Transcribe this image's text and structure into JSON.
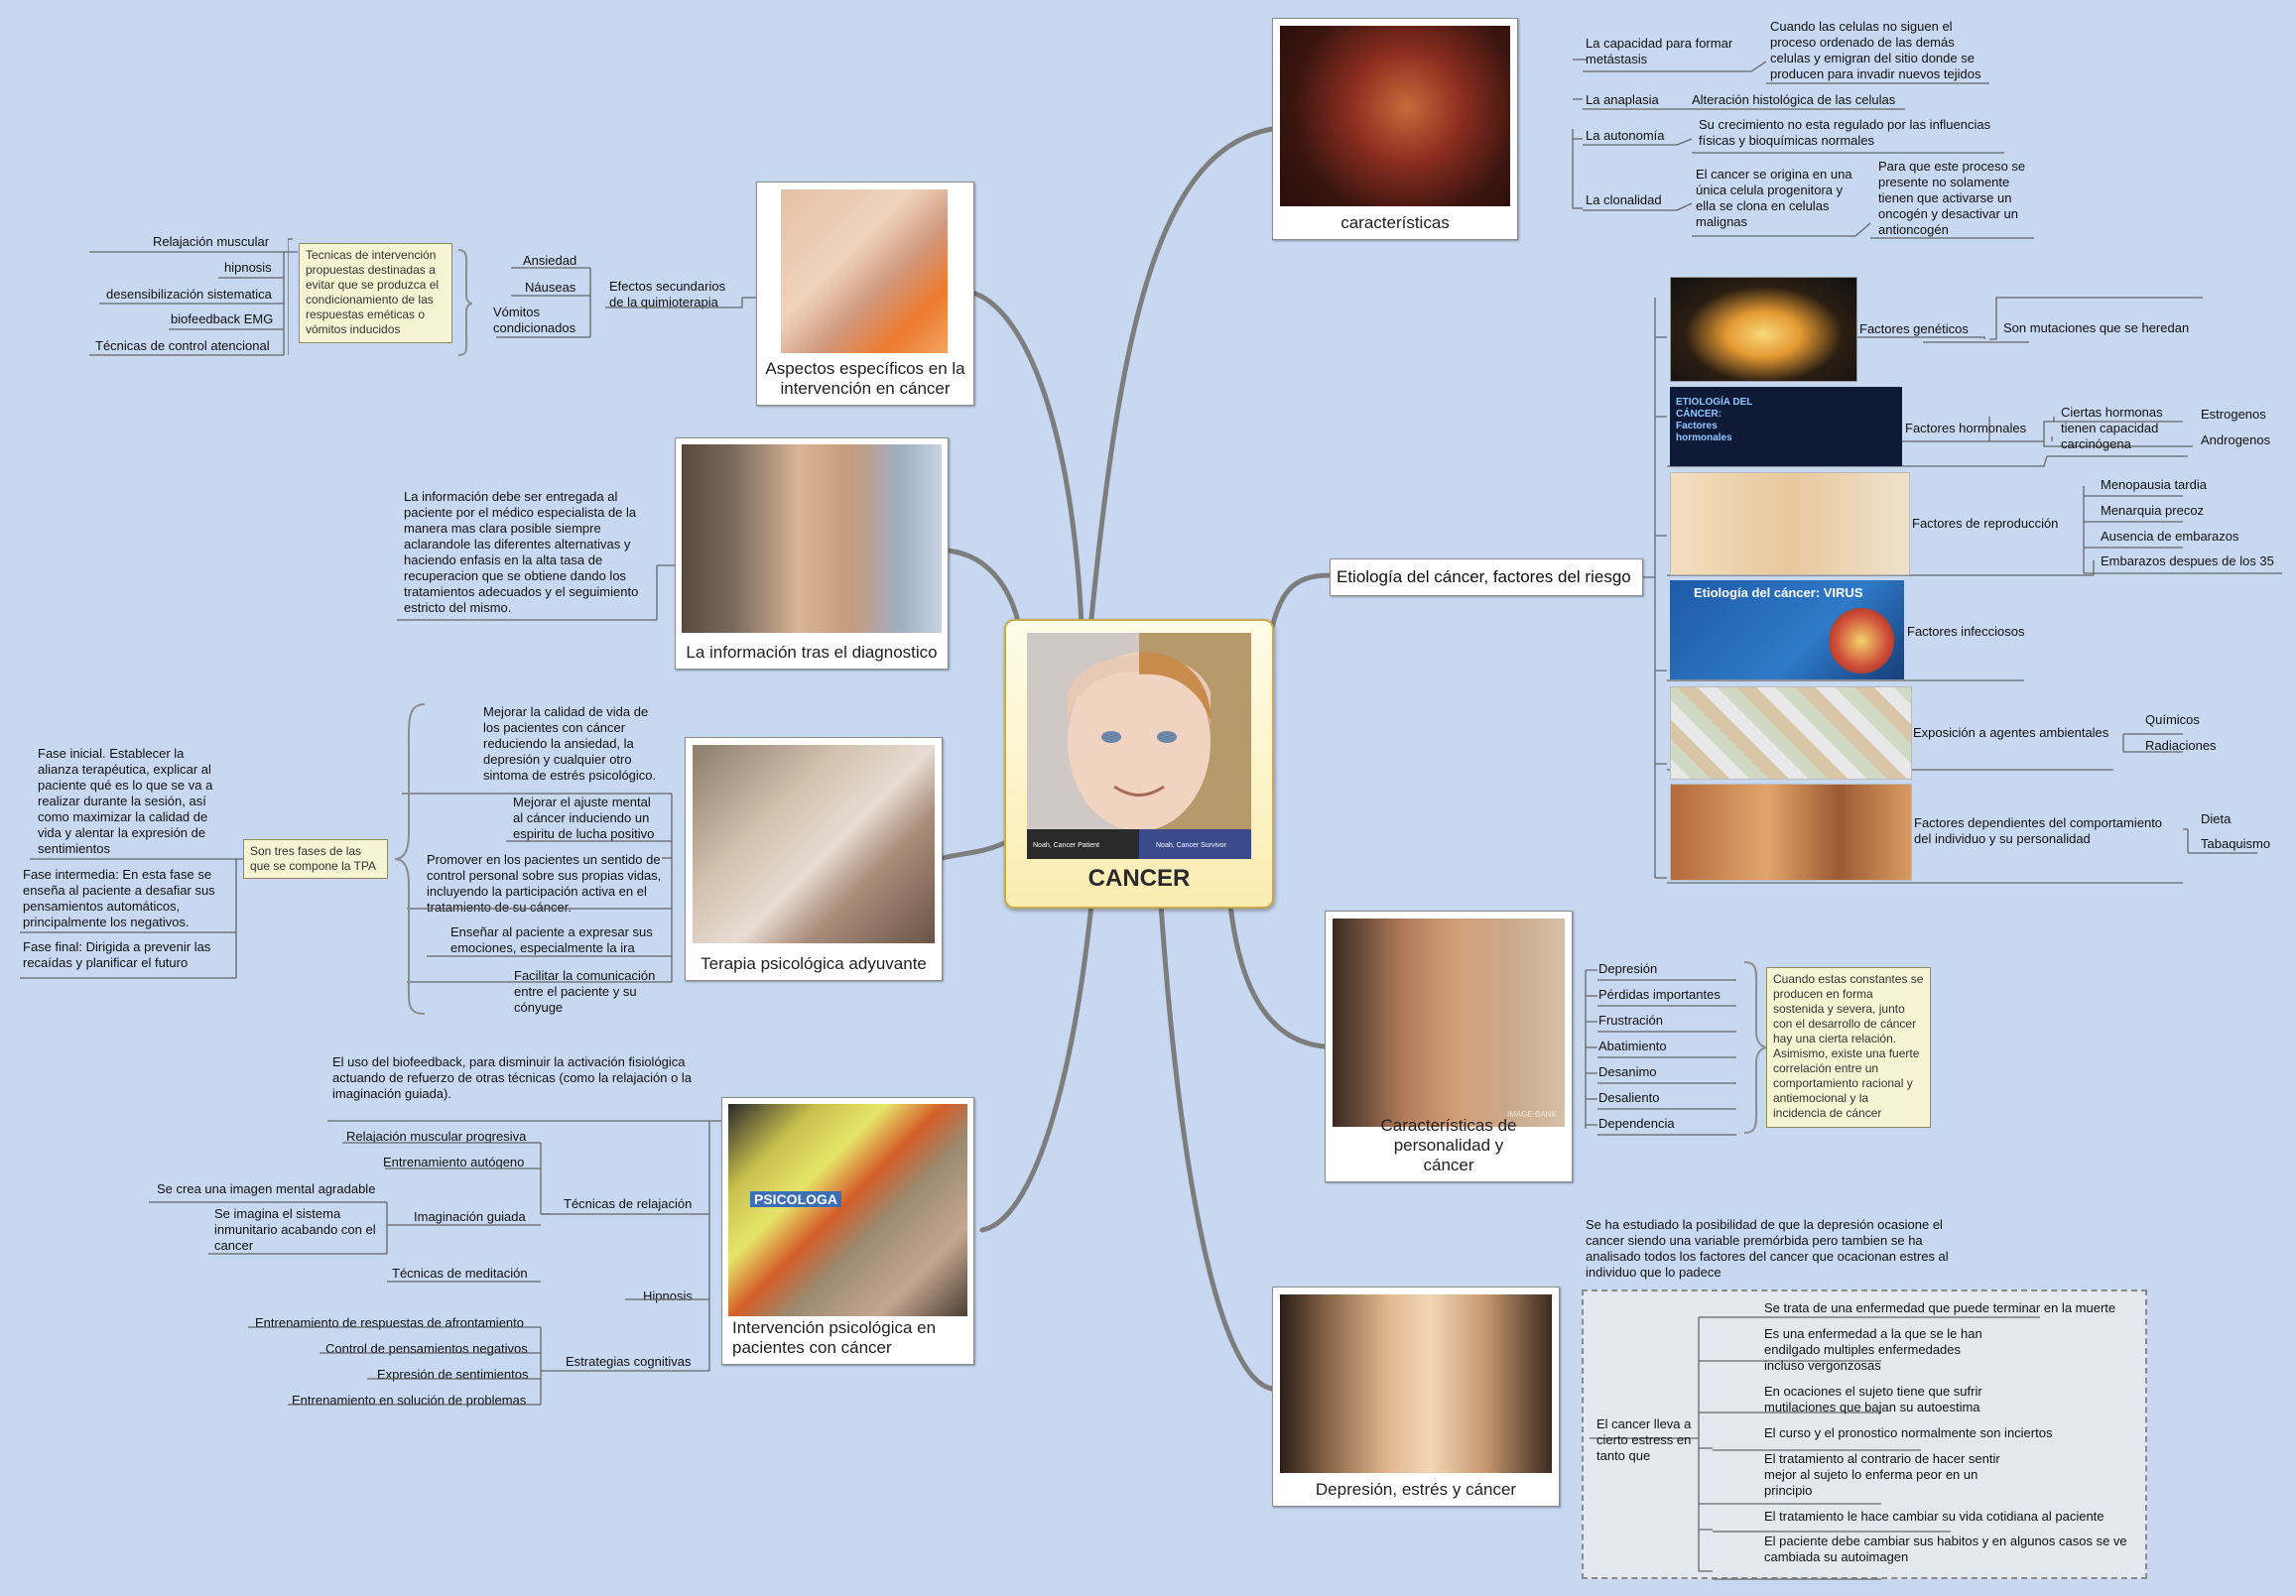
{
  "center": {
    "title": "CANCER",
    "photo_label_left": "Noah, Cancer Patient",
    "photo_label_right": "Noah, Cancer Survivor"
  },
  "caracteristicas": {
    "caption": "características",
    "items": [
      {
        "label": "La capacidad para formar metástasis",
        "detail": "Cuando las celulas no siguen el proceso ordenado de las demás celulas y emigran del sitio donde se producen para invadir nuevos tejidos"
      },
      {
        "label": "La anaplasia",
        "detail": "Alteración histológica de las celulas"
      },
      {
        "label": "La autonomía",
        "detail": "Su crecimiento no esta regulado por las influencias físicas y bioquímicas normales"
      },
      {
        "label": "La clonalidad",
        "detail": "El cancer se origina en una única celula progenitora y ella se clona en celulas malignas",
        "detail2": "Para que este proceso se presente no solamente tienen que activarse un oncogén y desactivar un antioncogén"
      }
    ]
  },
  "etiologia": {
    "title": "Etiología del cáncer, factores del riesgo",
    "img_hormonal_text": "ETIOLOGÍA DEL CÁNCER: Factores hormonales",
    "img_virus_text": "Etiología del cáncer: VIRUS",
    "genetic": {
      "label": "Factores genéticos",
      "detail": "Son mutaciones que se heredan"
    },
    "hormonal": {
      "label": "Factores hormonales",
      "detail": "Ciertas hormonas tienen capacidad carcinógena",
      "subs": [
        "Estrogenos",
        "Androgenos"
      ]
    },
    "reproduccion": {
      "label": "Factores de reproducción",
      "subs": [
        "Menopausia tardia",
        "Menarquia precoz",
        "Ausencia de embarazos",
        "Embarazos despues de los 35"
      ]
    },
    "infecciosos": {
      "label": "Factores infecciosos"
    },
    "ambientales": {
      "label": "Exposición a agentes ambientales",
      "subs": [
        "Químicos",
        "Radiaciones"
      ]
    },
    "comportamiento": {
      "label": "Factores dependientes del comportamiento del individuo y su personalidad",
      "subs": [
        "Dieta",
        "Tabaquismo"
      ]
    }
  },
  "personalidad": {
    "caption": "Características de personalidad y cáncer",
    "watermark": "IMAGE BANK",
    "items": [
      "Depresión",
      "Pérdidas importantes",
      "Frustración",
      "Abatimiento",
      "Desanimo",
      "Desaliento",
      "Dependencia"
    ],
    "note": "Cuando estas constantes se producen en forma sostenida y severa, junto con el desarrollo de cáncer hay una cierta relación. Asimismo, existe una fuerte correlación entre un comportamiento racional y antiemocional y la incidencia de cáncer"
  },
  "depresion": {
    "caption": "Depresión, estrés y cáncer",
    "intro": "Se ha estudiado la posibilidad de que la depresión ocasione el cancer siendo una variable premórbida pero tambien se ha analisado todos los factores del cancer que ocacionan estres al individuo que lo padece",
    "label": "El cancer lleva a cierto estress en tanto que",
    "items": [
      "Se trata de una enfermedad que puede terminar en la muerte",
      "Es una enfermedad a la que se le han endilgado multiples enfermedades incluso vergonzosas",
      "En ocaciones el sujeto tiene que sufrir mutilaciones que bajan su autoestima",
      "El curso y el pronostico normalmente son inciertos",
      "El tratamiento al contrario de hacer sentir mejor al sujeto lo enferma peor en un principio",
      "El tratamiento le hace cambiar su vida cotidiana al paciente",
      "El paciente debe cambiar sus habitos y en algunos casos se ve cambiada su autoimagen"
    ]
  },
  "aspectos": {
    "caption": "Aspectos específicos en la intervención en cáncer",
    "effects_label": "Efectos secundarios de la quimioterapia",
    "effects": [
      "Ansiedad",
      "Náuseas",
      "Vómitos condicionados"
    ],
    "note": "Tecnicas de intervención propuestas destinadas a evitar que se produzca el condicionamiento de las respuestas eméticas o vómitos inducidos",
    "techniques": [
      "Relajación muscular",
      "hipnosis",
      "desensibilización sistematica",
      "biofeedback EMG",
      "Técnicas de control atencional"
    ]
  },
  "informacion": {
    "caption": "La información tras el diagnostico",
    "text": "La información debe ser entregada al paciente por el médico especialista de la manera mas clara posible siempre aclarandole las diferentes alternativas y haciendo enfasis en la alta tasa de recuperacion que se obtiene dando los tratamientos adecuados y el seguimiento estricto del mismo."
  },
  "terapia": {
    "caption": "Terapia psicológica adyuvante",
    "goals": [
      "Mejorar la calidad de vida de los pacientes con cáncer reduciendo la ansiedad, la depresión y cualquier otro sintoma de estrés psicológico.",
      "Mejorar el ajuste mental al cáncer induciendo un espiritu de lucha positivo",
      "Promover en los pacientes un sentido de control personal sobre sus propias vidas, incluyendo la participación activa en el tratamiento de su cáncer.",
      "Enseñar al paciente a expresar sus emociones, especialmente la ira",
      "Facilitar la comunicación entre el paciente y su cónyuge"
    ],
    "phases_note": "Son tres fases de las que se compone la TPA",
    "phases": [
      "Fase inicial. Establecer la alianza terapéutica, explicar al paciente qué es lo que se va a realizar durante la sesión, así como maximizar la calidad de vida y alentar la expresión de sentimientos",
      "Fase intermedia: En esta fase se enseña al paciente a desafiar sus pensamientos automáticos, principalmente los negativos.",
      "Fase final: Dirigida a prevenir las recaídas y planificar el futuro"
    ]
  },
  "intervencion": {
    "caption": "Intervención psicológica en pacientes con cáncer",
    "vest_text": "PSICOLOGA",
    "biofeedback": "El uso del biofeedback, para disminuir la activación fisiológica actuando de refuerzo de otras técnicas (como la relajación o la\nimaginación guiada).",
    "relax_label": "Técnicas de relajación",
    "relax": [
      "Relajación muscular progresiva",
      "Entrenamiento autógeno",
      "Imaginación guiada",
      "Técnicas de meditación"
    ],
    "guided": [
      "Se crea una imagen mental agradable",
      "Se imagina el sistema inmunitario acabando con el cancer"
    ],
    "hipnosis": "Hipnosis",
    "cog_label": "Estrategias cognitivas",
    "cog": [
      "Entrenamiento de respuestas de afrontamiento",
      "Control de pensamientos negativos",
      "Expresión de sentimientos",
      "Entrenamiento en solución de problemas"
    ]
  },
  "colors": {
    "background": "#c7d8f0",
    "branch": "#7d7d7d",
    "line": "#555555",
    "note": "#f6f4d2",
    "center": "#fbecb0"
  }
}
